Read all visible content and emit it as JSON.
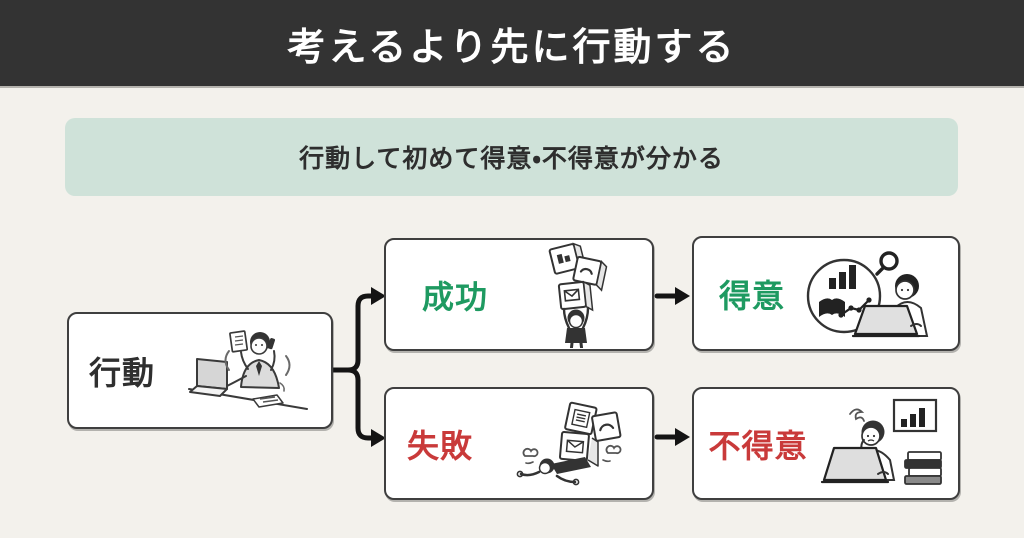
{
  "header": {
    "title": "考えるより先に行動する"
  },
  "banner": {
    "text": "行動して初めて得意・不得意が分かる"
  },
  "flowchart": {
    "nodes": {
      "action": {
        "label": "行動",
        "icon": "busy-businessman-illustration"
      },
      "success": {
        "label": "成功",
        "icon": "stacking-blocks-illustration"
      },
      "strength": {
        "label": "得意",
        "icon": "data-analysis-illustration"
      },
      "failure": {
        "label": "失敗",
        "icon": "crushed-by-blocks-illustration"
      },
      "weakness": {
        "label": "不得意",
        "icon": "struggling-at-desk-illustration"
      }
    },
    "edges": [
      {
        "from": "行動",
        "to": "成功"
      },
      {
        "from": "行動",
        "to": "失敗"
      },
      {
        "from": "成功",
        "to": "得意"
      },
      {
        "from": "失敗",
        "to": "不得意"
      }
    ]
  },
  "colors": {
    "page_bg": "#f3f1ec",
    "header_bg": "#333333",
    "header_text": "#ffffff",
    "banner_bg": "#cfe2d9",
    "banner_text": "#2e2e2e",
    "node_bg": "#ffffff",
    "node_border": "#3f3f3f",
    "action_text": "#2f2f2f",
    "success_green": "#1e9a61",
    "failure_red": "#c93a3a",
    "connector": "#141414"
  }
}
